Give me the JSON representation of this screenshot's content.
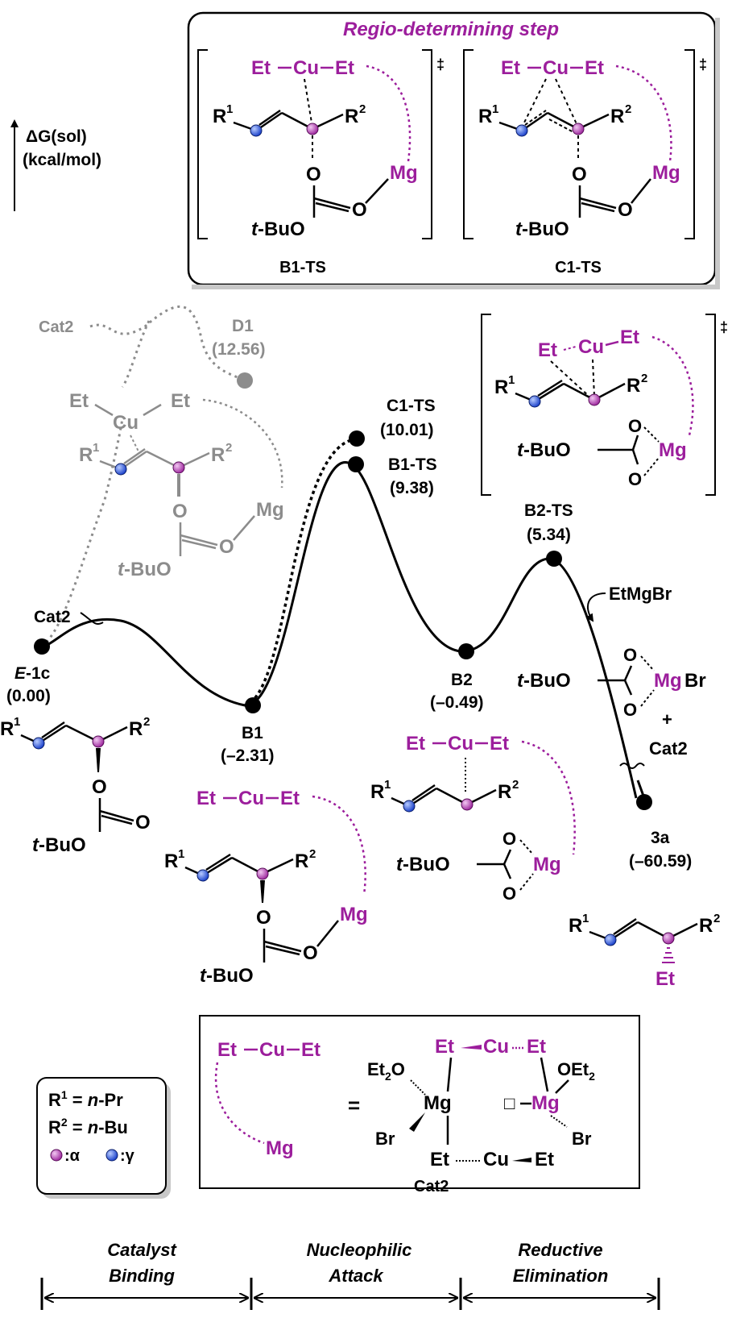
{
  "colors": {
    "black": "#000000",
    "magenta": "#9c1e9c",
    "gray": "#8c8c8c",
    "alpha_ball": "#b03ab0",
    "gamma_ball": "#2a4fd8"
  },
  "axis": {
    "line1": "ΔG(sol)",
    "line2": "(kcal/mol)"
  },
  "ts_box": {
    "title": "Regio-determining step",
    "left_label": "B1-TS",
    "right_label": "C1-TS",
    "dagger": "‡"
  },
  "struct": {
    "et": "Et",
    "cu": "Cu",
    "mg": "Mg",
    "mgbr": "MgBr",
    "br": "Br",
    "o": "O",
    "r1": "R",
    "r2": "R",
    "sup1": "1",
    "sup2": "2",
    "tbu_t": "t",
    "tbu_rest": "-BuO",
    "et2o": "Et",
    "oet2": "OEt",
    "sub2": "2"
  },
  "points": {
    "cat2_top": "Cat2",
    "d1": {
      "name": "D1",
      "value": "(12.56)"
    },
    "e1c": {
      "pre": "E",
      "name": "-1c",
      "value": "(0.00)"
    },
    "cat2_left": "Cat2",
    "b1": {
      "name": "B1",
      "value": "(–2.31)"
    },
    "c1ts": {
      "name": "C1-TS",
      "value": "(10.01)"
    },
    "b1ts": {
      "name": "B1-TS",
      "value": "(9.38)"
    },
    "b2": {
      "name": "B2",
      "value": "(–0.49)"
    },
    "b2ts": {
      "name": "B2-TS",
      "value": "(5.34)"
    },
    "p3a": {
      "name": "3a",
      "value": "(–60.59)"
    }
  },
  "reagents": {
    "etmgbr": "EtMgBr",
    "plus": "+",
    "cat2": "Cat2"
  },
  "legend": {
    "r1_def_pre": "R",
    "r1_sup": "1",
    "r1_eq": " = ",
    "r1_n": "n",
    "r1_val": "-Pr",
    "r2_def_pre": "R",
    "r2_sup": "2",
    "r2_eq": " = ",
    "r2_n": "n",
    "r2_val": "-Bu",
    "alpha": ":α",
    "gamma": ":γ"
  },
  "cat2_box": {
    "equals": "=",
    "label": "Cat2",
    "square": "□"
  },
  "phases": [
    {
      "line1": "Catalyst",
      "line2": "Binding"
    },
    {
      "line1": "Nucleophilic",
      "line2": "Attack"
    },
    {
      "line1": "Reductive",
      "line2": "Elimination"
    }
  ]
}
